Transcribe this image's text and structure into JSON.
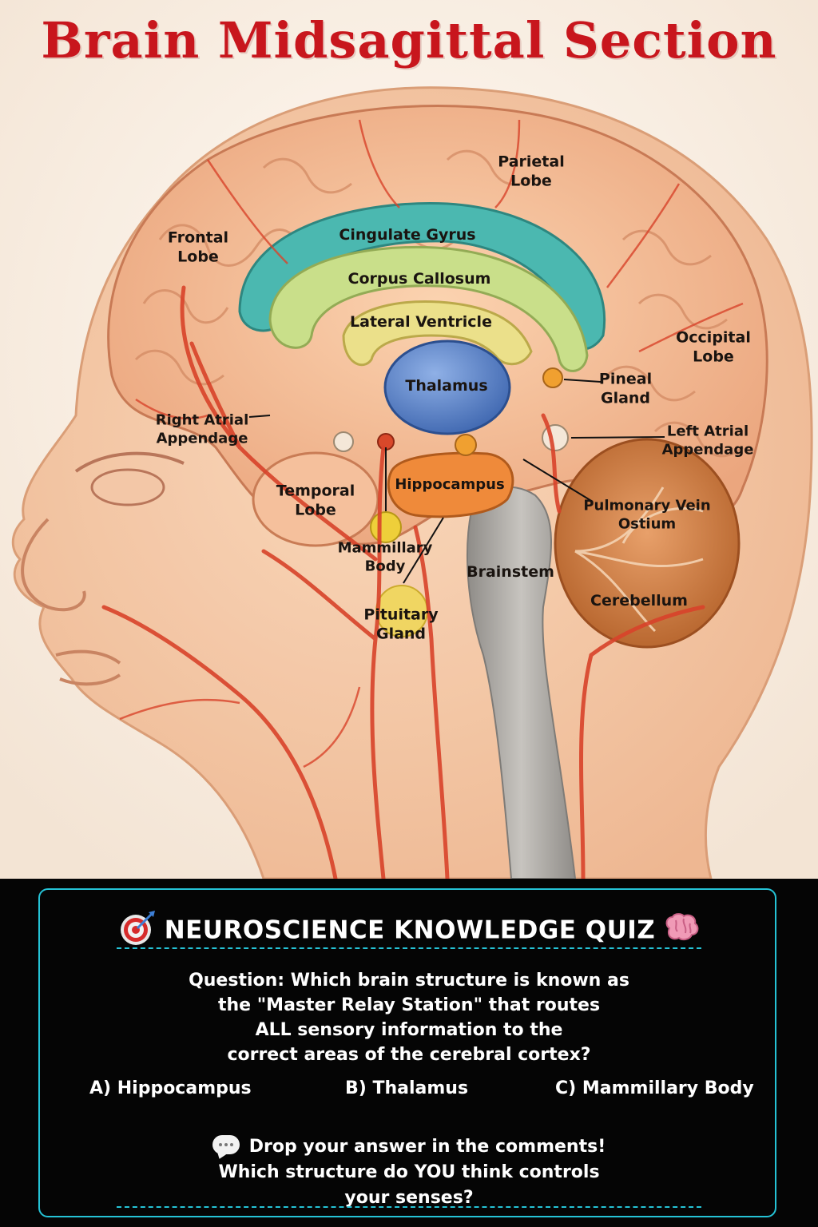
{
  "title": "Brain Midsagittal Section",
  "labels": {
    "parietal_lobe": [
      "Parietal",
      "Lobe"
    ],
    "frontal_lobe": [
      "Frontal",
      "Lobe"
    ],
    "cingulate_gyrus": "Cingulate Gyrus",
    "corpus_callosum": "Corpus Callosum",
    "lateral_ventricle": "Lateral Ventricle",
    "occipital_lobe": [
      "Occipital",
      "Lobe"
    ],
    "thalamus": "Thalamus",
    "pineal_gland": [
      "Pineal",
      "Gland"
    ],
    "right_atrial_appendage": [
      "Right Atrial",
      "Appendage"
    ],
    "left_atrial_appendage": [
      "Left Atrial",
      "Appendage"
    ],
    "temporal_lobe": [
      "Temporal",
      "Lobe"
    ],
    "hippocampus": "Hippocampus",
    "pulmonary_vein_ostium": [
      "Pulmonary Vein",
      "Ostium"
    ],
    "mammillary_body": [
      "Mammillary",
      "Body"
    ],
    "brainstem": "Brainstem",
    "cerebellum": "Cerebellum",
    "pituitary_gland": [
      "Pituitary",
      "Gland"
    ]
  },
  "quiz": {
    "heading": "NEUROSCIENCE KNOWLEDGE QUIZ",
    "question_lines": [
      "Question: Which brain structure is known as",
      "the \"Master Relay Station\" that routes",
      "ALL sensory information to the",
      "correct areas of the cerebral cortex?"
    ],
    "options": [
      "A)  Hippocampus",
      "B)  Thalamus",
      "C)  Mammillary Body"
    ],
    "cta_lines": [
      "Drop your answer in the comments!",
      "Which structure do YOU think controls",
      "your senses?"
    ]
  },
  "icons": [
    "target-icon",
    "brain-icon",
    "speech-bubble-icon"
  ],
  "colors": {
    "title": "#c8161d",
    "accent_border": "#25c3d6",
    "cingulate": "#4bb8b0",
    "corpus_callosum": "#c9df8a",
    "ventricle": "#ebe08a",
    "thalamus": "#5b84c8",
    "hippocampus": "#ef8a3a",
    "brainstem": "#a9a6a1",
    "cerebellum": "#c8763a"
  }
}
